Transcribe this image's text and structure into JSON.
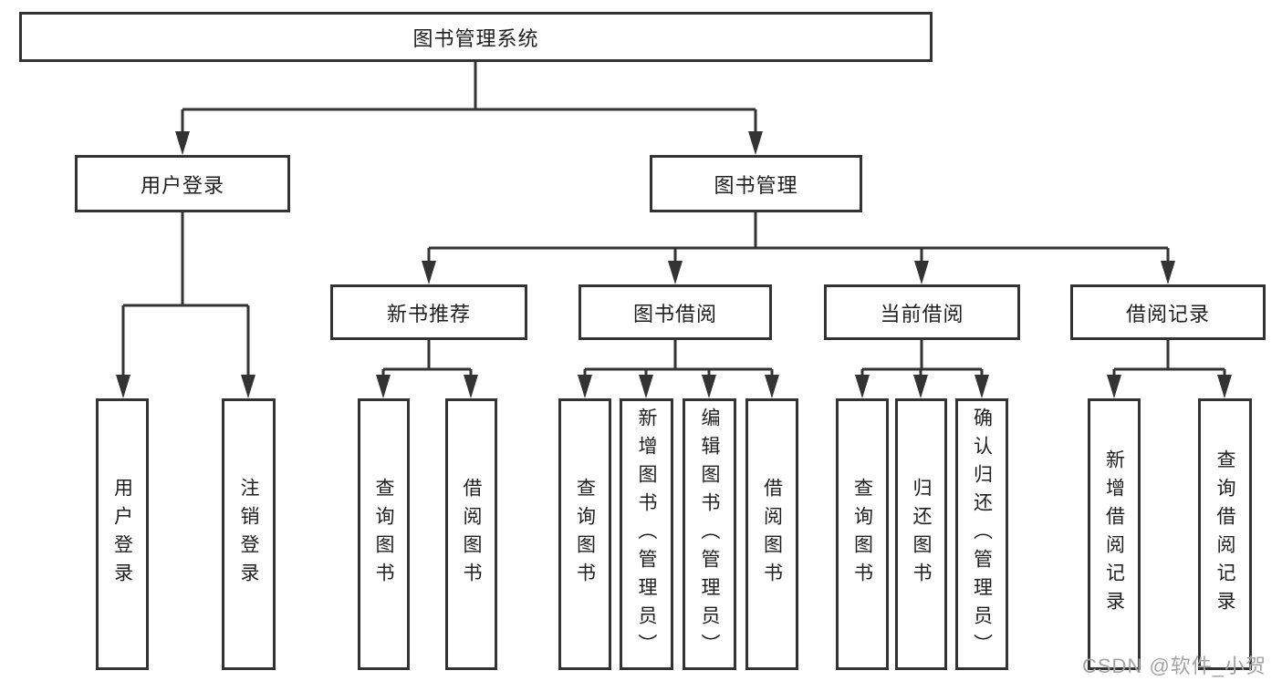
{
  "diagram_title": "图书管理系统",
  "colors": {
    "line": "#333333",
    "text": "#1f1f1f",
    "watermark": "#a3a3a3",
    "background": "#ffffff"
  },
  "tree": {
    "root": {
      "label": "图书管理系统"
    },
    "branches": [
      {
        "label": "用户登录",
        "children": [
          {
            "label": "用户登录"
          },
          {
            "label": "注销登录"
          }
        ]
      },
      {
        "label": "图书管理",
        "children": [
          {
            "label": "新书推荐",
            "children": [
              {
                "label": "查询图书"
              },
              {
                "label": "借阅图书"
              }
            ]
          },
          {
            "label": "图书借阅",
            "children": [
              {
                "label": "查询图书"
              },
              {
                "label": "新增图书（管理员）"
              },
              {
                "label": "编辑图书（管理员）"
              },
              {
                "label": "借阅图书"
              }
            ]
          },
          {
            "label": "当前借阅",
            "children": [
              {
                "label": "查询图书"
              },
              {
                "label": "归还图书"
              },
              {
                "label": "确认归还（管理员）"
              }
            ]
          },
          {
            "label": "借阅记录",
            "children": [
              {
                "label": "新增借阅记录"
              },
              {
                "label": "查询借阅记录"
              }
            ]
          }
        ]
      }
    ]
  },
  "watermark": {
    "text": "CSDN @软件_小贺同学"
  }
}
